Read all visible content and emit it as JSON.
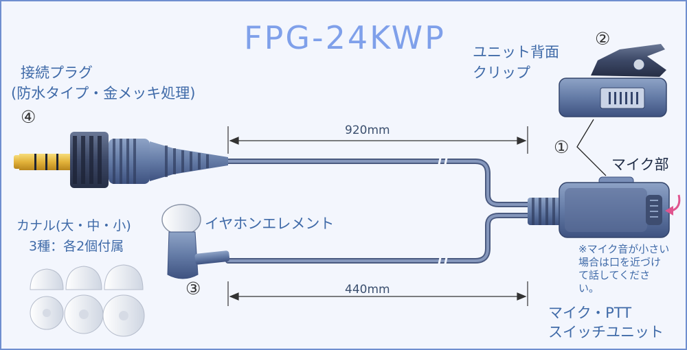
{
  "title": "FPG-24KWP",
  "labels": {
    "plug": [
      "接続プラグ",
      "(防水タイプ・金メッキ処理)"
    ],
    "clip": [
      "ユニット背面",
      "クリップ"
    ],
    "mic_part": "マイク部",
    "earphone": "イヤホンエレメント",
    "tips": [
      "カナル(大・中・小)",
      "3種：各2個付属"
    ],
    "note": "※マイク音が小さい場合は口を近づけて話してください。",
    "unit": [
      "マイク・PTT",
      "スイッチユニット"
    ]
  },
  "dimensions": {
    "upper": "920mm",
    "lower": "440mm"
  },
  "callouts": {
    "c1": "①",
    "c2": "②",
    "c3": "③",
    "c4": "④"
  },
  "colors": {
    "title": "#7fa0ea",
    "text": "#3f6aa8",
    "cable": "#6c7fa3",
    "plug_gold": "#e2b23a",
    "mic_arrow": "#e0558f",
    "frame": "#6f8ecf"
  }
}
